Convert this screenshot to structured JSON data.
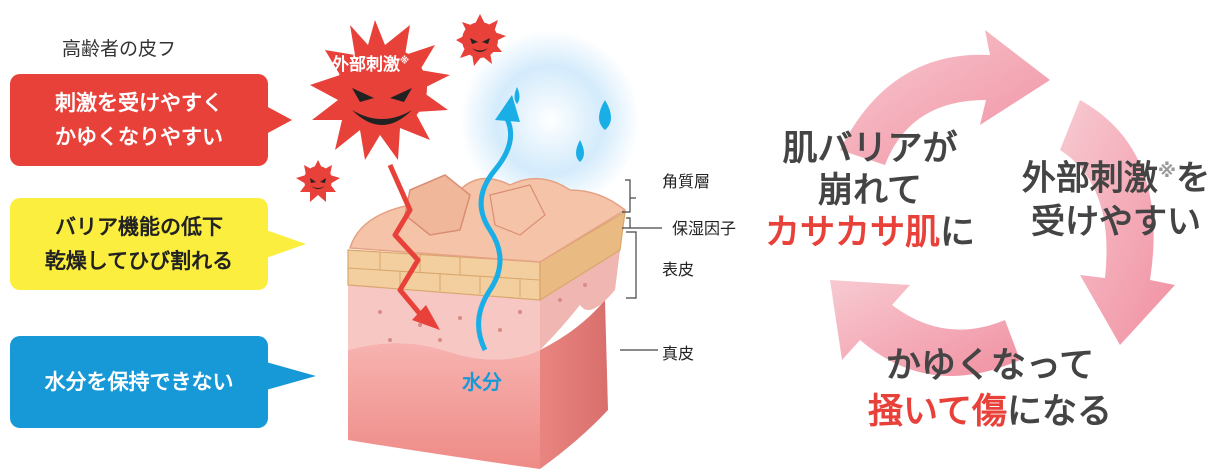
{
  "left_title": "高齢者の皮フ",
  "callouts": [
    {
      "line1": "刺激を受けやすく",
      "line2": "かゆくなりやすい"
    },
    {
      "line1": "バリア機能の低下",
      "line2": "乾燥してひび割れる"
    },
    {
      "line1": "水分を保持できない"
    }
  ],
  "virus_label": "外部刺激",
  "note_mark": "※",
  "water_label": "水分",
  "layers": {
    "kakushitsu": "角質層",
    "hoshitsu": "保湿因子",
    "hyohi": "表皮",
    "shinpi": "真皮"
  },
  "cycle": {
    "left_line1": "肌バリアが",
    "left_line2": "崩れて",
    "left_line3_red": "カサカサ肌",
    "left_line3_tail": "に",
    "right_line1_a": "外部刺激",
    "right_line1_b": "を",
    "right_line2": "受けやすい",
    "bottom_line1": "かゆくなって",
    "bottom_red1": "掻いて",
    "bottom_red2": "傷",
    "bottom_tail": "になる"
  },
  "colors": {
    "red": "#e8413a",
    "yellow": "#fbee3f",
    "blue": "#1799d8",
    "arrow_pink": "#f2a1ad"
  }
}
